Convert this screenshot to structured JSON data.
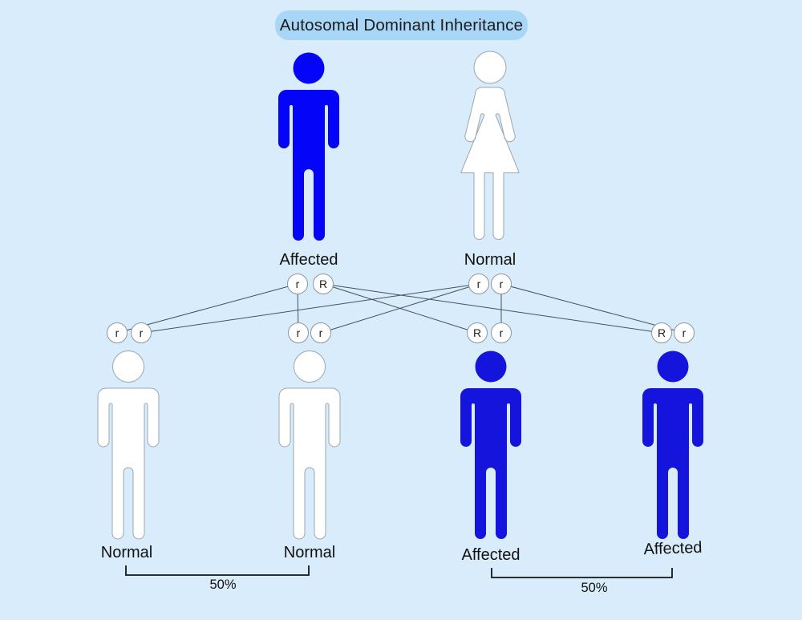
{
  "title": "Autosomal Dominant Inheritance",
  "colors": {
    "background": "#d9ecfb",
    "pill": "#a8d6f6",
    "affected_parent": "#0404f8",
    "affected_child": "#1414dd",
    "unaffected_fill": "#ffffff",
    "outline": "#9aa6b0",
    "line": "#44535a",
    "bracket": "#141414"
  },
  "parents": {
    "father": {
      "label": "Affected",
      "status": "affected",
      "sex": "male",
      "alleles": [
        "r",
        "R"
      ]
    },
    "mother": {
      "label": "Normal",
      "status": "normal",
      "sex": "female",
      "alleles": [
        "r",
        "r"
      ]
    }
  },
  "children": [
    {
      "label": "Normal",
      "status": "normal",
      "sex": "male",
      "alleles": [
        "r",
        "r"
      ]
    },
    {
      "label": "Normal",
      "status": "normal",
      "sex": "male",
      "alleles": [
        "r",
        "r"
      ]
    },
    {
      "label": "Affected",
      "status": "affected",
      "sex": "male",
      "alleles": [
        "R",
        "r"
      ]
    },
    {
      "label": "Affected",
      "status": "affected",
      "sex": "male",
      "alleles": [
        "R",
        "r"
      ]
    }
  ],
  "brackets": [
    {
      "label": "50%",
      "covers": "Normal children"
    },
    {
      "label": "50%",
      "covers": "Affected children"
    }
  ]
}
